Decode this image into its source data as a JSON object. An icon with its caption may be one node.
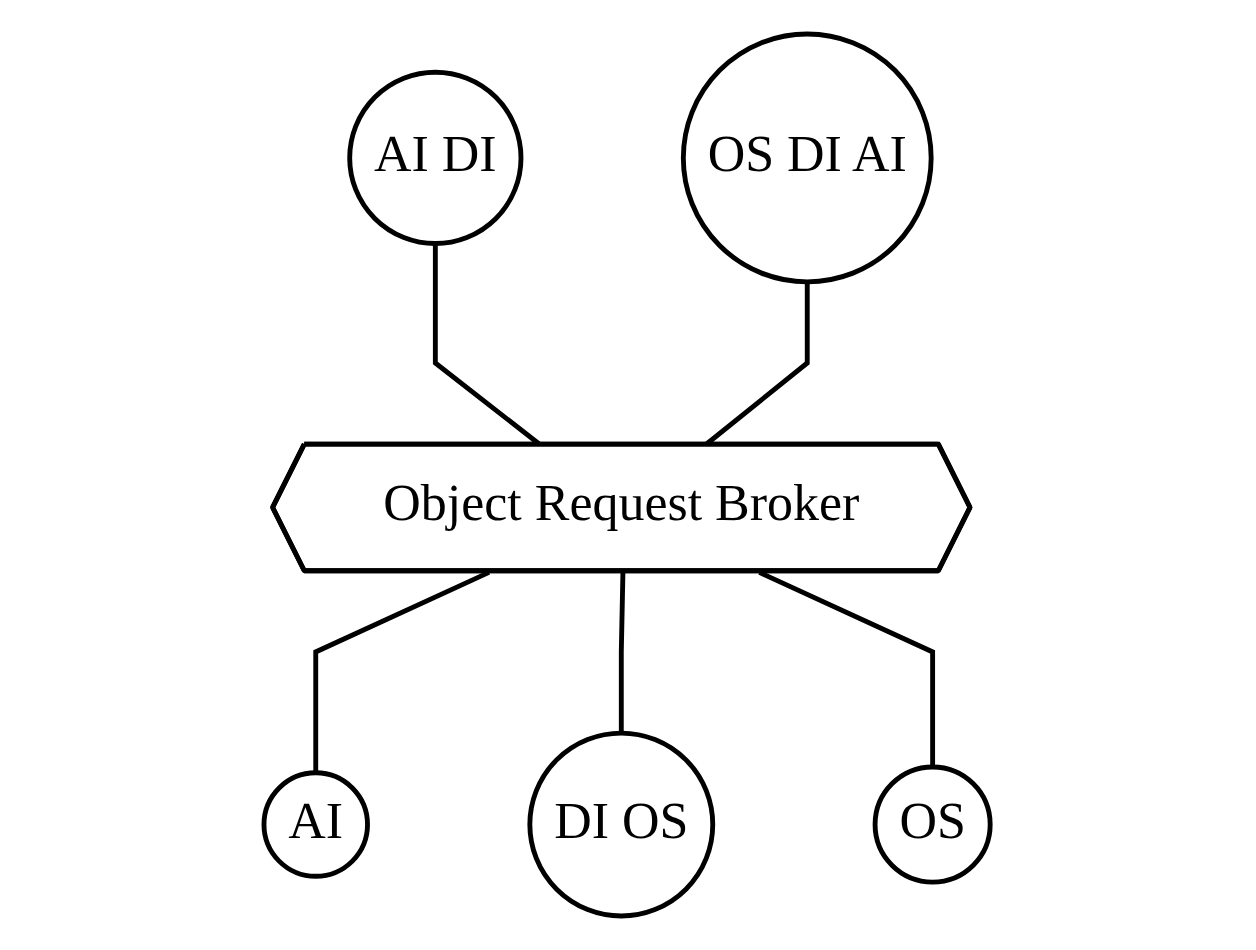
{
  "diagram": {
    "nodes": [
      {
        "text": [
          "AI DI"
        ]
      },
      {
        "text": [
          "OS DI AI"
        ]
      },
      {
        "text": [
          "Object Request Broker"
        ]
      },
      {
        "text": [
          "AI"
        ]
      },
      {
        "text": [
          "DI OS"
        ]
      },
      {
        "text": [
          "OS"
        ]
      }
    ],
    "edges": [
      {
        "from": 0,
        "to": 2,
        "arrow": "none"
      },
      {
        "from": 1,
        "to": 2,
        "arrow": "none"
      },
      {
        "from": 2,
        "to": 3,
        "arrow": "none"
      },
      {
        "from": 2,
        "to": 4,
        "arrow": "none"
      },
      {
        "from": 2,
        "to": 5,
        "arrow": "none"
      }
    ]
  }
}
